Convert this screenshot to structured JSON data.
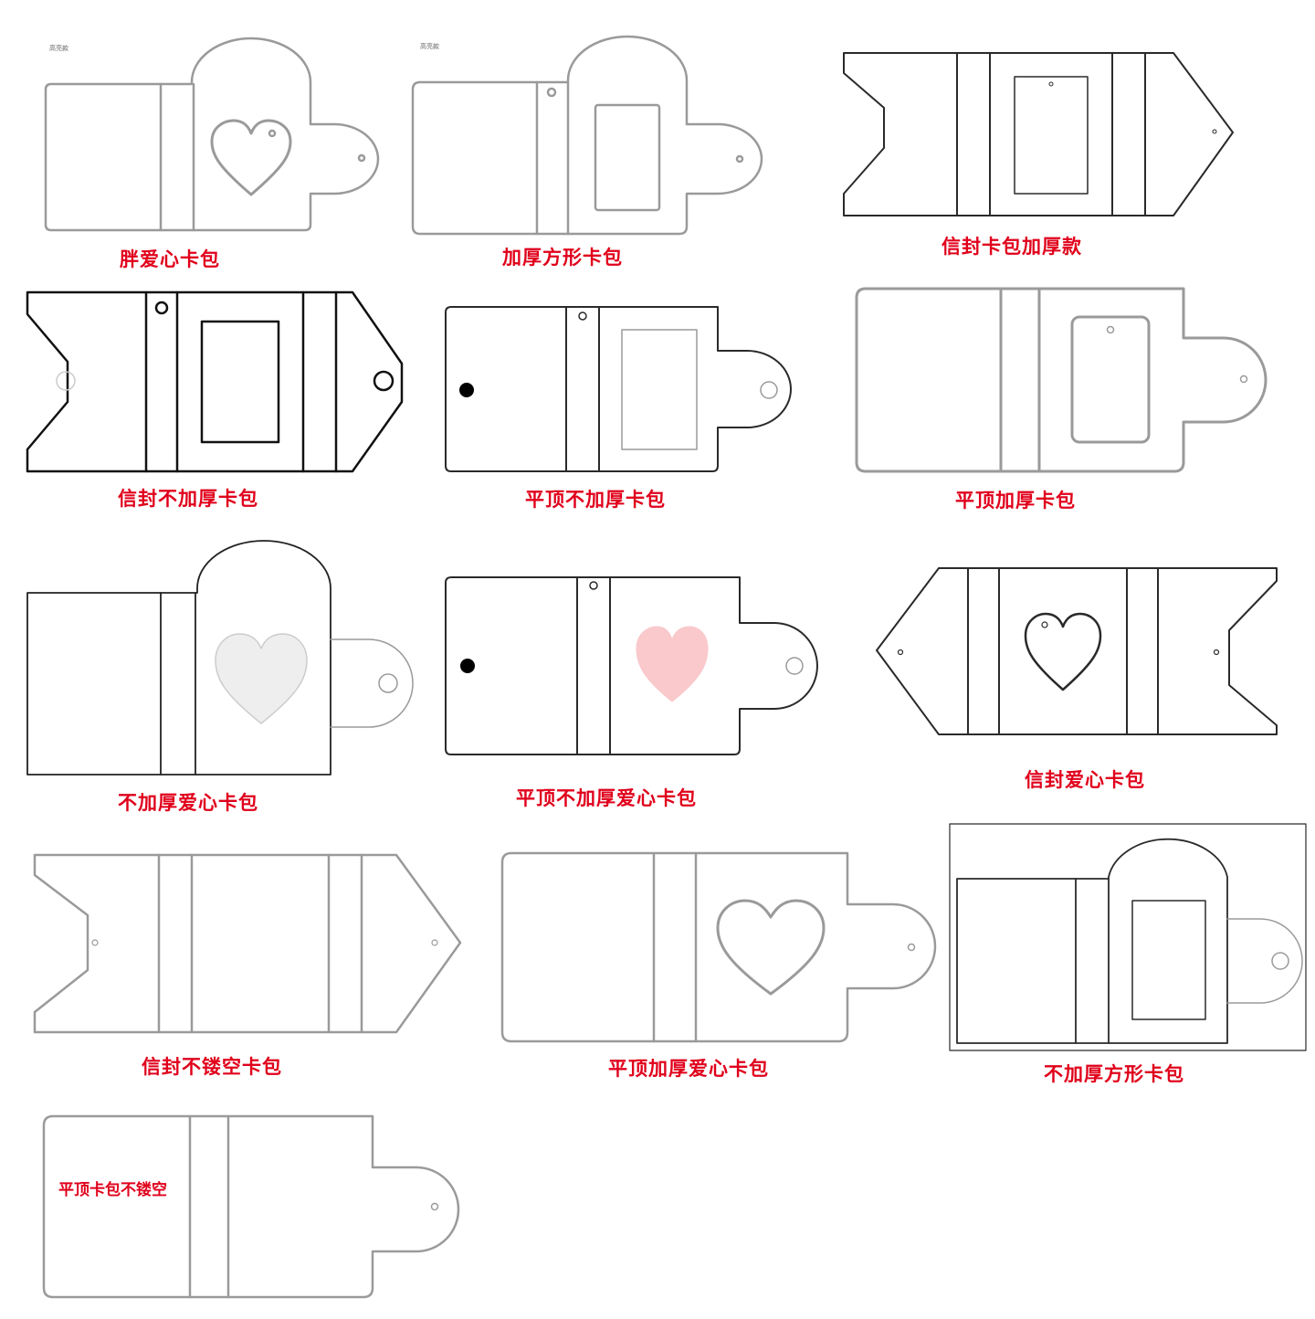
{
  "templates": [
    {
      "name": "胖爱心卡包",
      "small_note": "高亮款"
    },
    {
      "name": "加厚方形卡包",
      "small_note": "高亮款"
    },
    {
      "name": "信封卡包加厚款"
    },
    {
      "name": "信封不加厚卡包"
    },
    {
      "name": "平顶不加厚卡包"
    },
    {
      "name": "平顶加厚卡包"
    },
    {
      "name": "不加厚爱心卡包"
    },
    {
      "name": "平顶不加厚爱心卡包"
    },
    {
      "name": "信封爱心卡包"
    },
    {
      "name": "信封不镂空卡包"
    },
    {
      "name": "平顶加厚爱心卡包"
    },
    {
      "name": "不加厚方形卡包"
    },
    {
      "name": "平顶卡包不镂空",
      "inner_label": "平顶卡包不镂空"
    }
  ],
  "colors": {
    "label": "#e0001b",
    "outline_light": "#9a9a9a",
    "outline_dark": "#1e1e1e",
    "heart_white": "#eeeeee",
    "heart_pink": "#f9c9cc"
  }
}
